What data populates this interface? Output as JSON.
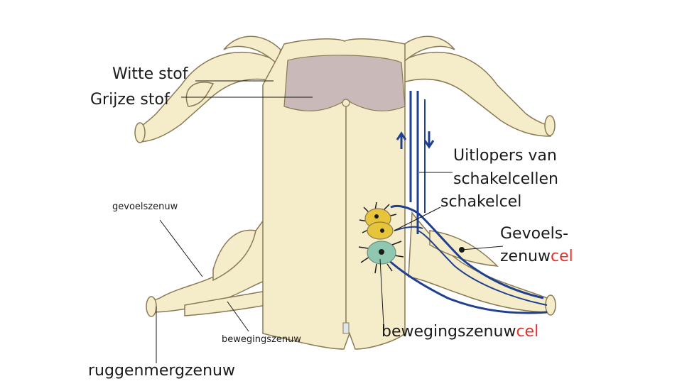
{
  "labels": {
    "witte_stof": "Witte stof",
    "grijze_stof": "Grijze stof",
    "uitlopers_line1": "Uitlopers van",
    "uitlopers_line2": "schakelcellen",
    "schakelcel": "schakelcel",
    "gevoelszenuw": "gevoelszenuw",
    "gevoelszenuwcel_line1": "Gevoels-",
    "gevoelszenuwcel_line2_base": "zenuw",
    "gevoelszenuwcel_line2_red": "cel",
    "bewegingszenuw": "bewegingszenuw",
    "bewegingszenuwcel_base": "bewegingszenuw",
    "bewegingszenuwcel_red": "cel",
    "ruggenmergzenuw": "ruggenmergzenuw"
  },
  "colors": {
    "white_matter": "#f5ecc9",
    "grey_matter": "#c9b9b9",
    "outline": "#8a7a55",
    "nerve_fiber": "#1f3f8f",
    "interneuron": "#e7c53a",
    "motor_neuron": "#8fc7b0",
    "highlight": "#e0322c"
  }
}
